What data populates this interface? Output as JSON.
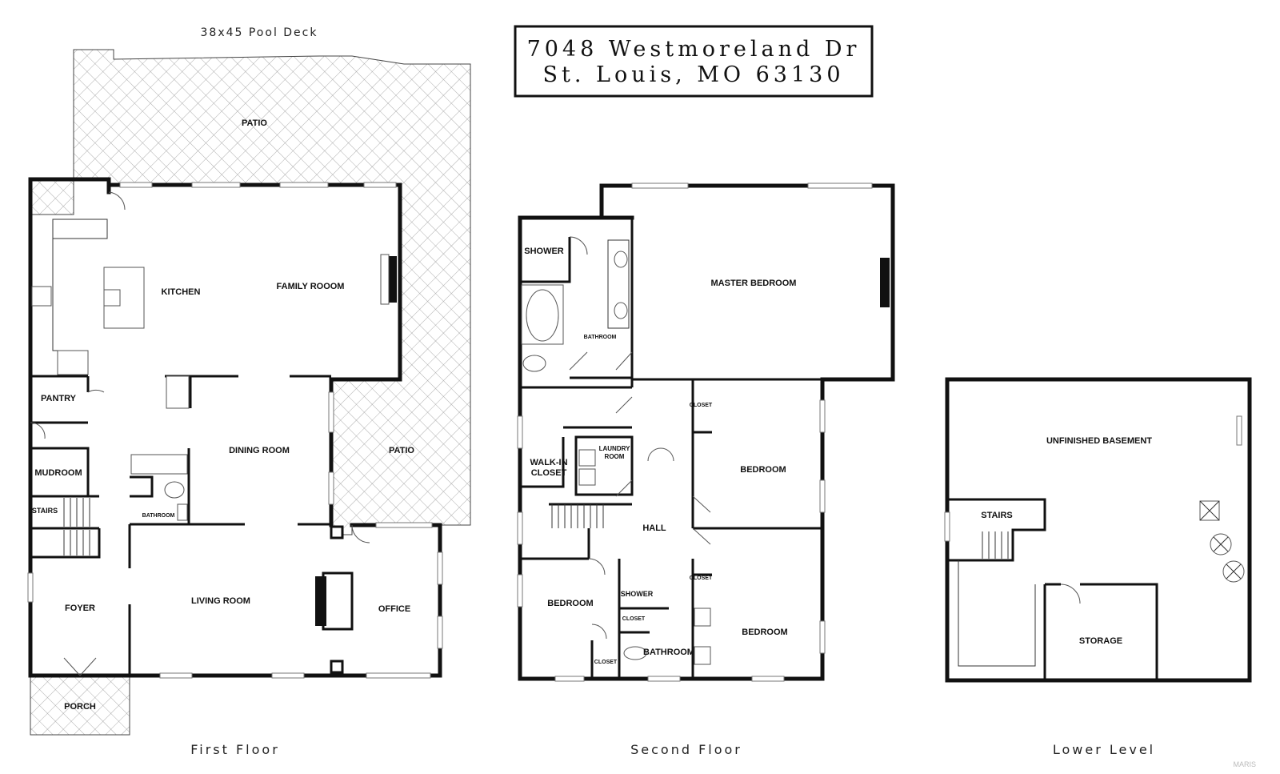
{
  "address": {
    "line1": "7048 Westmoreland Dr",
    "line2": "St. Louis, MO 63130"
  },
  "pool_deck_label": "38x45 Pool Deck",
  "first_floor": {
    "label": "First Floor",
    "rooms": {
      "patio_top": "PATIO",
      "kitchen": "KITCHEN",
      "family_room": "FAMILY ROOOM",
      "pantry": "PANTRY",
      "mudroom": "MUDROOM",
      "stairs": "STAIRS",
      "dining_room": "DINING ROOM",
      "bathroom": "BATHROOM",
      "patio_side": "PATIO",
      "foyer": "FOYER",
      "living_room": "LIVING ROOM",
      "office": "OFFICE",
      "porch": "PORCH"
    }
  },
  "second_floor": {
    "label": "Second Floor",
    "rooms": {
      "shower": "SHOWER",
      "bathroom": "BATHROOM",
      "master_bedroom": "MASTER BEDROOM",
      "closet_top": "CLOSET",
      "walk_in_closet_1": "WALK-IN",
      "walk_in_closet_2": "CLOSET",
      "laundry_1": "LAUNDRY",
      "laundry_2": "ROOM",
      "bedroom_right_top": "BEDROOM",
      "hall": "HALL",
      "bedroom_left": "BEDROOM",
      "shower_small": "SHOWER",
      "closet_mid": "CLOSET",
      "closet_right": "CLOSET",
      "bathroom_small": "BATHROOM",
      "closet_bottom": "CLOSET",
      "bedroom_right_bottom": "BEDROOM"
    }
  },
  "lower_level": {
    "label": "Lower Level",
    "rooms": {
      "unfinished_basement": "UNFINISHED BASEMENT",
      "stairs": "STAIRS",
      "storage": "STORAGE"
    }
  },
  "watermark": "MARIS"
}
